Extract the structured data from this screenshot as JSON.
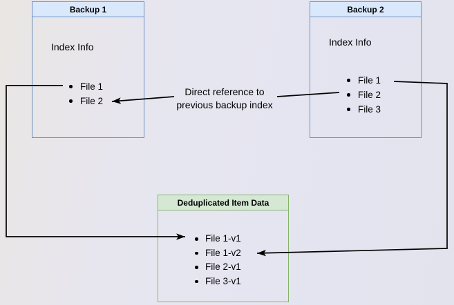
{
  "colors": {
    "background_left": "#e9e6e3",
    "background_right": "#e3e3ee",
    "blue_fill": "#dae8fc",
    "blue_border": "#6c8ebf",
    "green_fill": "#d5e8d4",
    "green_border": "#82b366",
    "connector": "#000000"
  },
  "backup1": {
    "title": "Backup 1",
    "section": "Index Info",
    "items": [
      "File 1",
      "File 2"
    ]
  },
  "backup2": {
    "title": "Backup 2",
    "section": "Index Info",
    "items": [
      "File 1",
      "File 2",
      "File 3"
    ]
  },
  "dedup": {
    "title": "Deduplicated Item Data",
    "items": [
      "File 1-v1",
      "File 1-v2",
      "File 2-v1",
      "File 3-v1"
    ]
  },
  "annotation": {
    "line1": "Direct reference to",
    "line2": "previous backup index"
  },
  "edges": [
    {
      "from": "Backup 1 / File 1",
      "to": "Deduplicated Item Data / File 1-v1",
      "label": ""
    },
    {
      "from": "Backup 2 / File 2",
      "to": "Backup 1 / File 2",
      "label": "Direct reference to previous backup index"
    },
    {
      "from": "Backup 2 / File 1",
      "to": "Deduplicated Item Data / File 1-v2",
      "label": ""
    }
  ]
}
